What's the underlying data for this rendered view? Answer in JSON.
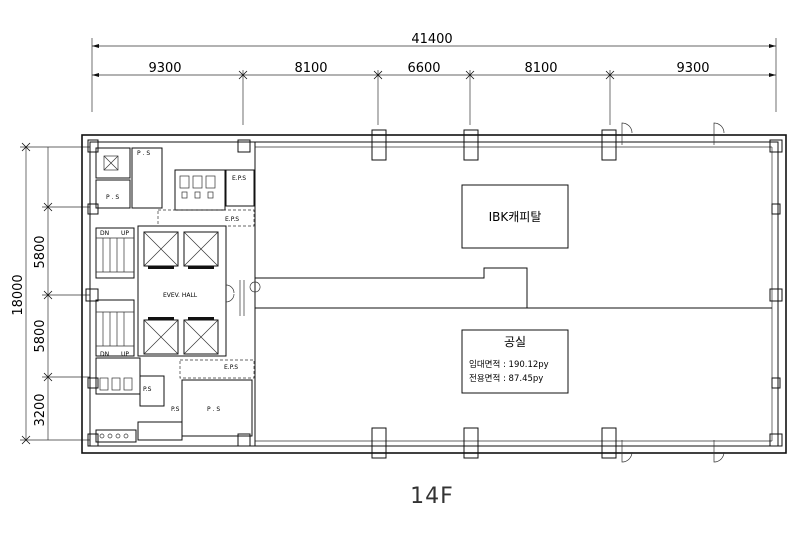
{
  "dimensions": {
    "total_width": "41400",
    "segments": [
      "9300",
      "8100",
      "6600",
      "8100",
      "9300"
    ],
    "total_height": "18000",
    "height_segments": [
      "5800",
      "5800",
      "3200"
    ]
  },
  "core_labels": {
    "ps_top": "P . S",
    "ps_bottom": "P . S",
    "eps_1": "E.P.S",
    "eps_2": "E.P.S",
    "eps_3": "E.P.S",
    "ps_small_1": "P . S",
    "ps_small_2": "P.S",
    "ps_small_3": "P.S",
    "dn_1": "DN",
    "up_1": "UP",
    "dn_2": "DN",
    "up_2": "UP",
    "ev_hall": "EVEV. HALL"
  },
  "tenant": {
    "name": "IBK캐피탈"
  },
  "vacant": {
    "title": "공실",
    "lease_area": "임대면적 : 190.12py",
    "exclusive_area": "전용면적 :  87.45py"
  },
  "floor_label": "14F"
}
